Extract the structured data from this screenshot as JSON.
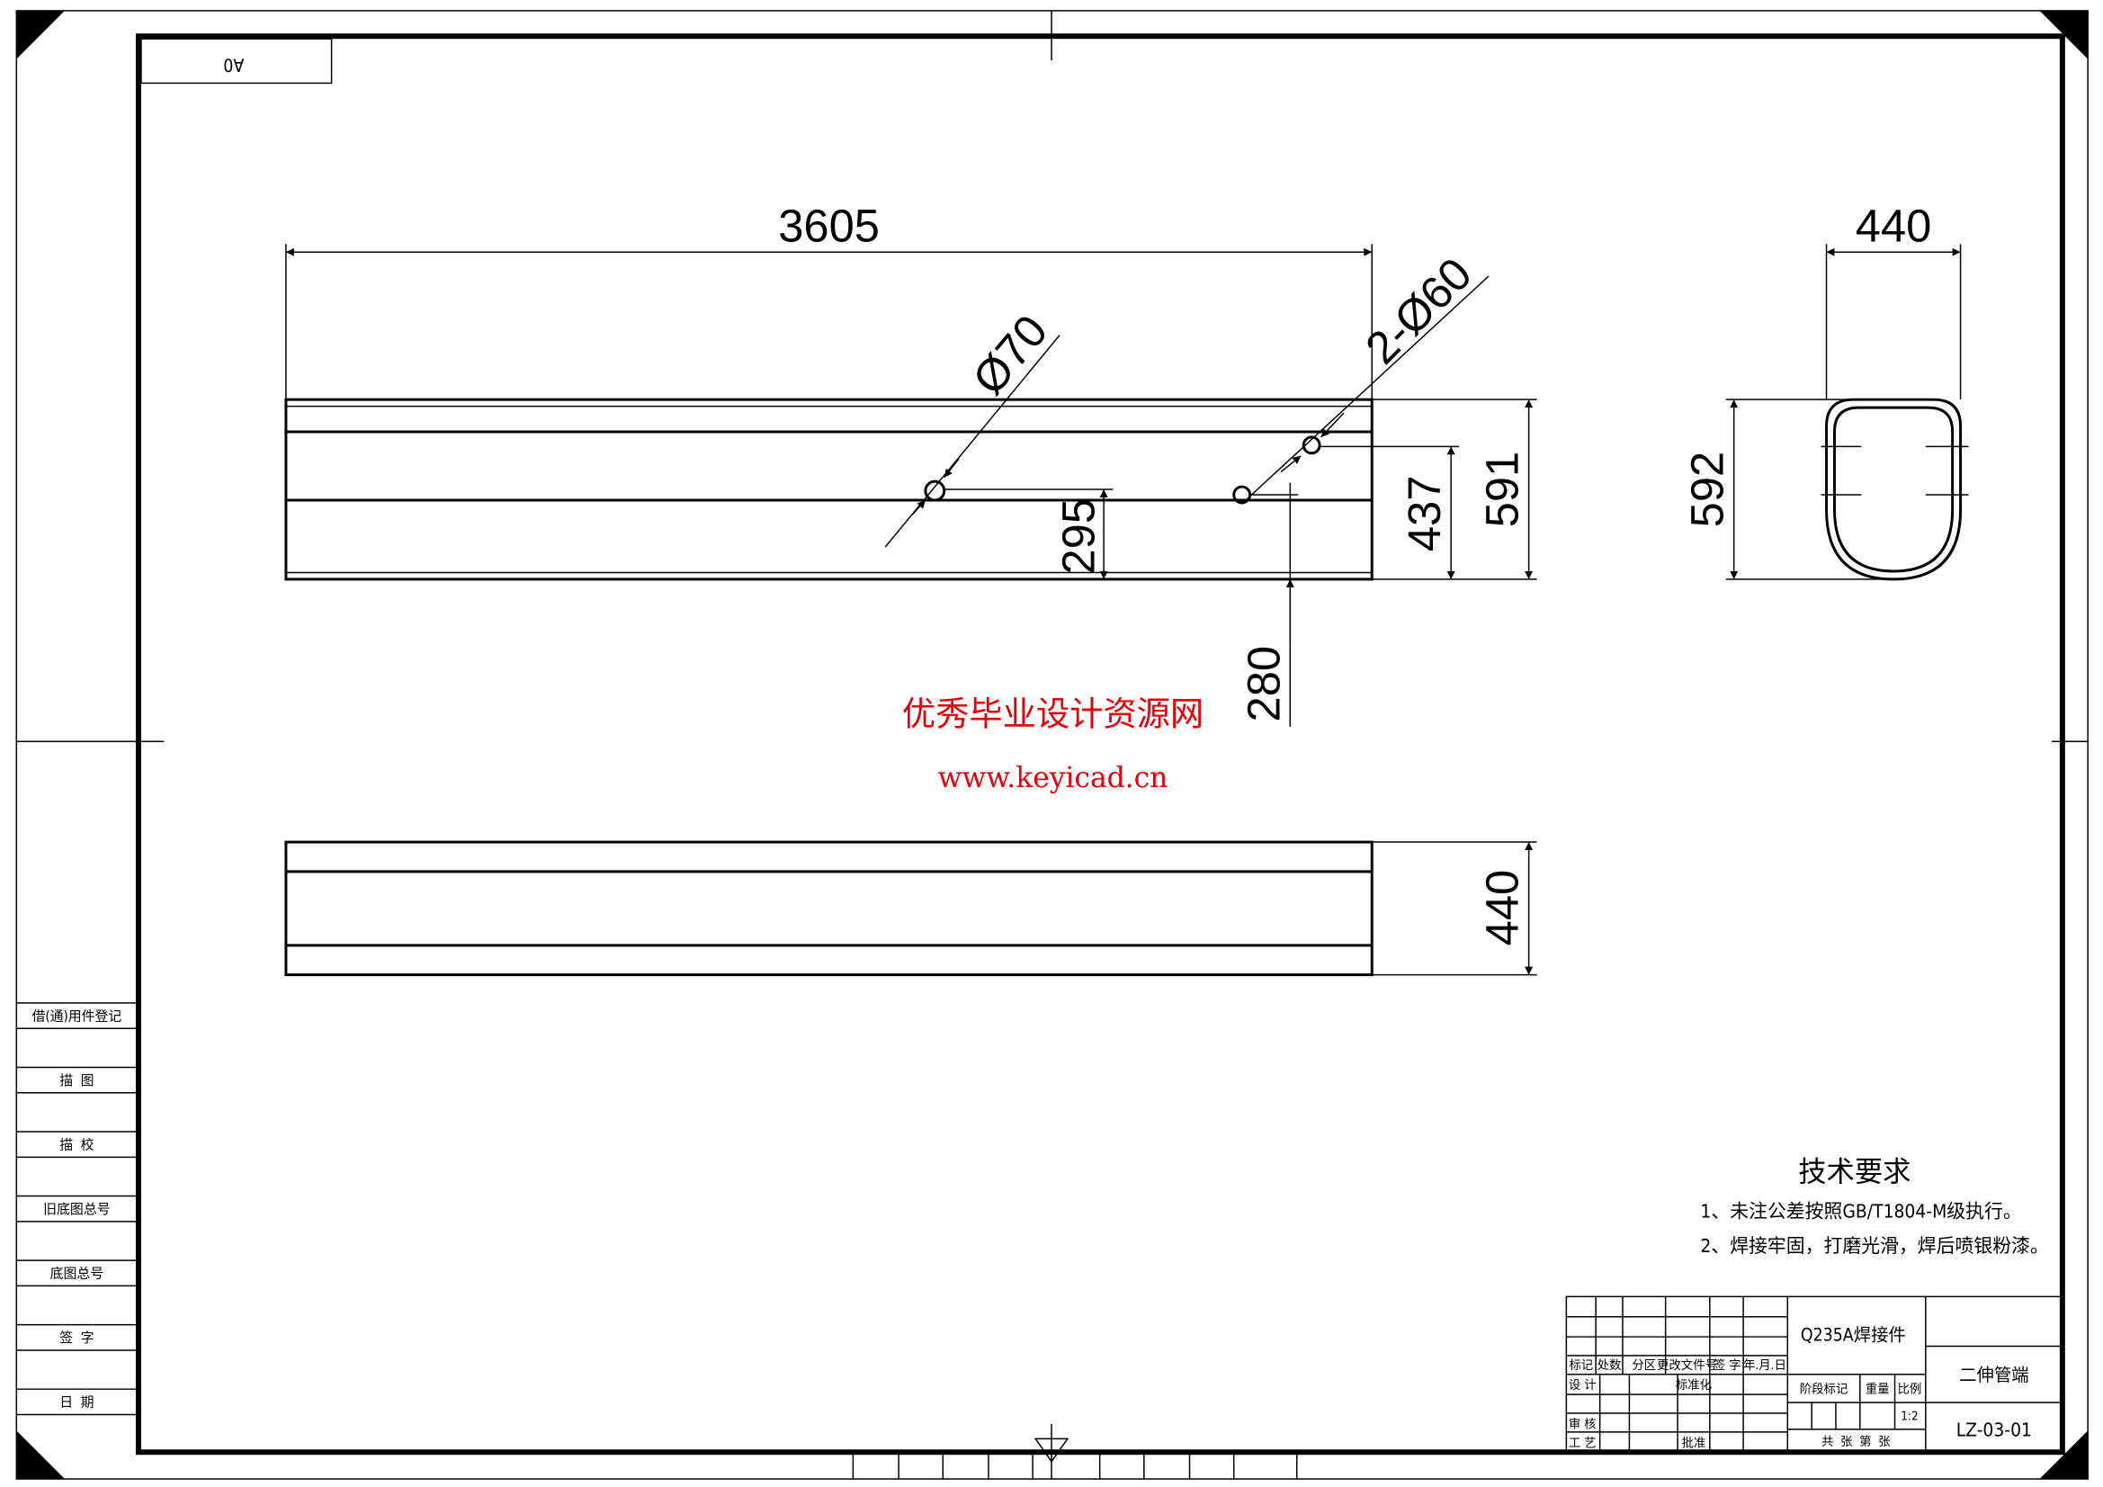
{
  "sheet": {
    "size_label": "A0"
  },
  "front_view": {
    "length_dim": "3605",
    "hole_dim": "Ø70",
    "holes_dim": "2-Ø60",
    "dim_295": "295",
    "dim_437": "437",
    "dim_591": "591",
    "dim_280": "280"
  },
  "side_view": {
    "width_dim": "440",
    "height_dim": "592"
  },
  "top_view": {
    "width_dim": "440"
  },
  "watermark": {
    "line1": "优秀毕业设计资源网",
    "line2": "www.keyicad.cn",
    "color": "#e8000b"
  },
  "notes": {
    "title": "技术要求",
    "items": [
      "1、未注公差按照GB/T1804-M级执行。",
      "2、焊接牢固，打磨光滑，焊后喷银粉漆。"
    ]
  },
  "left_strip": {
    "labels": [
      "借(通)用件登记",
      "描  图",
      "描  校",
      "旧底图总号",
      "底图总号",
      "签  字",
      "日  期"
    ]
  },
  "title_block": {
    "material": "Q235A焊接件",
    "part_name": "二伸管端",
    "drawing_no": "LZ-03-01",
    "scale": "1:2",
    "headers": [
      "标记",
      "处数",
      "分区",
      "更改文件号",
      "签 字",
      "年.月.日"
    ],
    "design": "设 计",
    "standardize": "标准化",
    "review": "审 核",
    "process": "工 艺",
    "approve": "批准",
    "stage_mark": "阶段标记",
    "weight": "重量",
    "ratio": "比例",
    "sheets": "共  张  第  张"
  }
}
